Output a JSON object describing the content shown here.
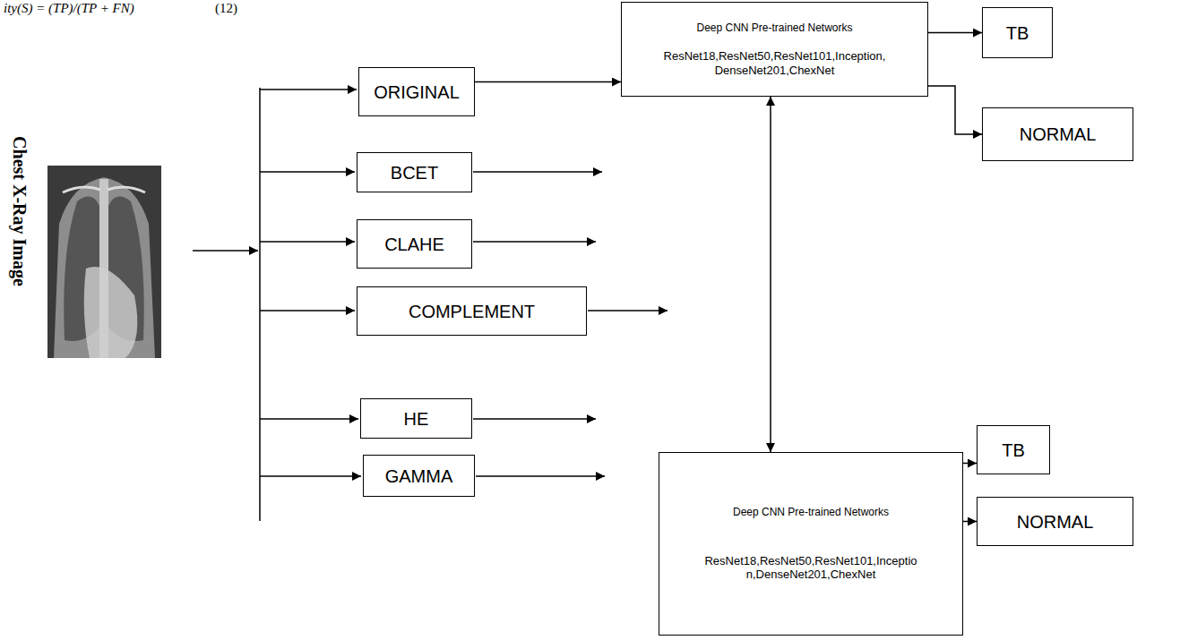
{
  "diagram": {
    "nodes": [
      {
        "text": [
          "ORIGINAL"
        ]
      },
      {
        "text": [
          "BCET"
        ]
      },
      {
        "text": [
          "CLAHE"
        ]
      },
      {
        "text": [
          "COMPLEMENT"
        ]
      },
      {
        "text": [
          "HE"
        ]
      },
      {
        "text": [
          "GAMMA"
        ]
      },
      {
        "text": [
          "Deep CNN Pre-trained Networks",
          "ResNet18,ResNet50,ResNet101,Inception, DenseNet201,ChexNet"
        ]
      },
      {
        "text": [
          "TB"
        ]
      },
      {
        "text": [
          "NORMAL"
        ]
      },
      {
        "text": [
          "Deep CNN Pre-trained Networks",
          "ResNet18,ResNet50,ResNet101,Inceptio n,DenseNet201,ChexNet"
        ]
      },
      {
        "text": [
          "TB"
        ]
      },
      {
        "text": [
          "NORMAL"
        ]
      }
    ],
    "edges": [
      {
        "from": 0,
        "to": 6,
        "arrow": "to"
      },
      {
        "from": 6,
        "to": 7,
        "arrow": "to"
      },
      {
        "from": 6,
        "to": 8,
        "arrow": "to"
      },
      {
        "from": 6,
        "to": 9,
        "arrow": "both"
      },
      {
        "from": 9,
        "to": 10,
        "arrow": "to"
      },
      {
        "from": 9,
        "to": 11,
        "arrow": "to"
      }
    ],
    "labels": [
      "ity(S) = (TP)/(TP + FN)",
      "(12)",
      "Chest X-Ray Image"
    ]
  }
}
